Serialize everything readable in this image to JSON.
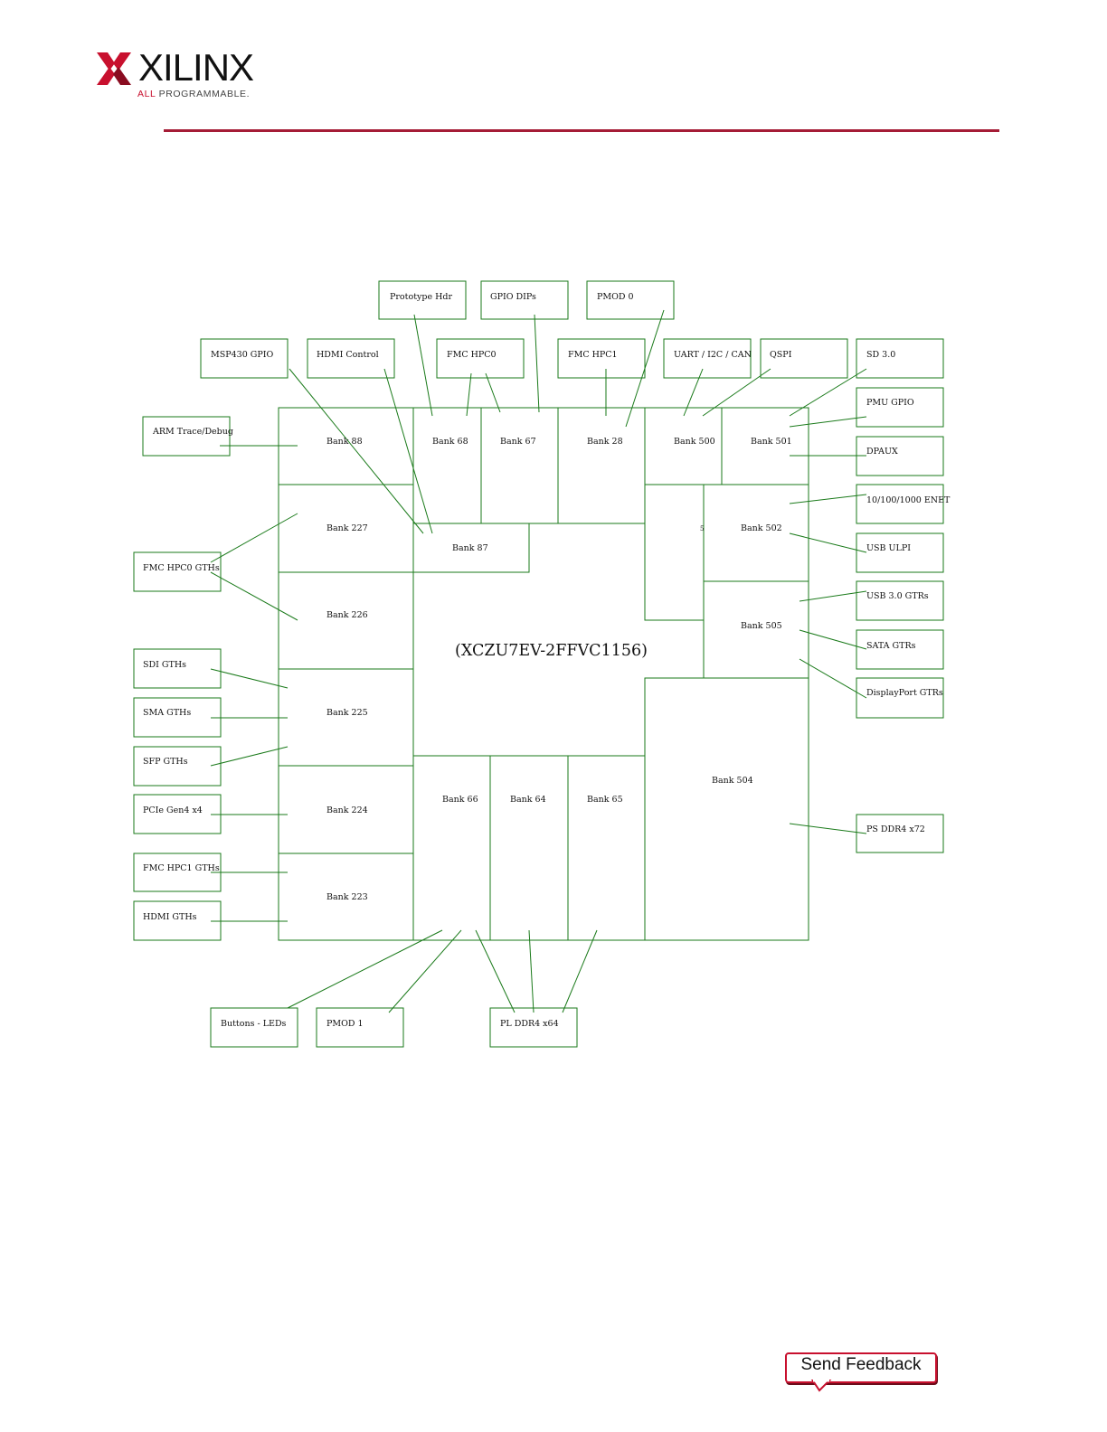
{
  "header": {
    "brand": "XILINX",
    "tagline_accent": "ALL",
    "tagline_rest": " PROGRAMMABLE.",
    "accent_color": "#c8102e",
    "rule_color": "#a51c36"
  },
  "diagram": {
    "line_color": "#1a7a1a",
    "chip_label": "(XCZU7EV-2FFVC1156)",
    "banks": {
      "b88": "Bank 88",
      "b68": "Bank 68",
      "b67": "Bank 67",
      "b28": "Bank 28",
      "b500": "Bank 500",
      "b501": "Bank 501",
      "b227": "Bank 227",
      "b87": "Bank 87",
      "b226": "Bank 226",
      "b502": "Bank 502",
      "b505": "Bank 505",
      "b225": "Bank 225",
      "b224": "Bank 224",
      "b223": "Bank 223",
      "b66": "Bank 66",
      "b64": "Bank 64",
      "b65": "Bank 65",
      "b504": "Bank 504",
      "b503_stub": "5"
    },
    "peripherals": {
      "proto_hdr": "Prototype Hdr",
      "gpio_dips": "GPIO DIPs",
      "pmod0": "PMOD 0",
      "msp430": "MSP430 GPIO",
      "hdmi_ctrl": "HDMI Control",
      "fmc_hpc0": "FMC HPC0",
      "fmc_hpc1": "FMC HPC1",
      "uart": "UART / I2C / CAN",
      "qspi": "QSPI",
      "sd": "SD 3.0",
      "pmu_gpio": "PMU GPIO",
      "dpaux": "DPAUX",
      "enet": "10/100/1000 ENET",
      "usb_ulpi": "USB ULPI",
      "usb3": "USB 3.0 GTRs",
      "sata": "SATA GTRs",
      "displayport": "DisplayPort GTRs",
      "ps_ddr4": "PS DDR4 x72",
      "arm_trace": "ARM Trace/Debug",
      "fmc_hpc0_gth": "FMC HPC0 GTHs",
      "sdi_gth": "SDI GTHs",
      "sma_gth": "SMA GTHs",
      "sfp_gth": "SFP GTHs",
      "pcie": "PCIe Gen4 x4",
      "fmc_hpc1_gth": "FMC HPC1 GTHs",
      "hdmi_gth": "HDMI GTHs",
      "buttons": "Buttons - LEDs",
      "pmod1": "PMOD 1",
      "pl_ddr4": "PL DDR4 x64"
    }
  },
  "footer": {
    "feedback": "Send Feedback"
  }
}
